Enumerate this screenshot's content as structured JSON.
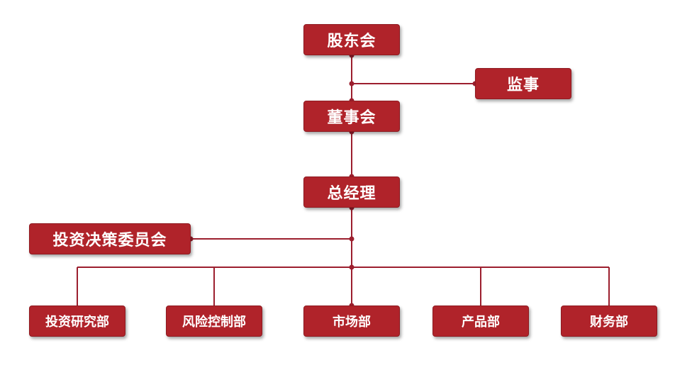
{
  "colors": {
    "node_fill": "#b0232a",
    "connector": "#9c1f2e"
  },
  "org": {
    "shareholders": "股东会",
    "supervisor": "监事",
    "board": "董事会",
    "general_manager": "总经理",
    "investment_committee": "投资决策委员会",
    "departments": [
      "投资研究部",
      "风险控制部",
      "市场部",
      "产品部",
      "财务部"
    ]
  }
}
